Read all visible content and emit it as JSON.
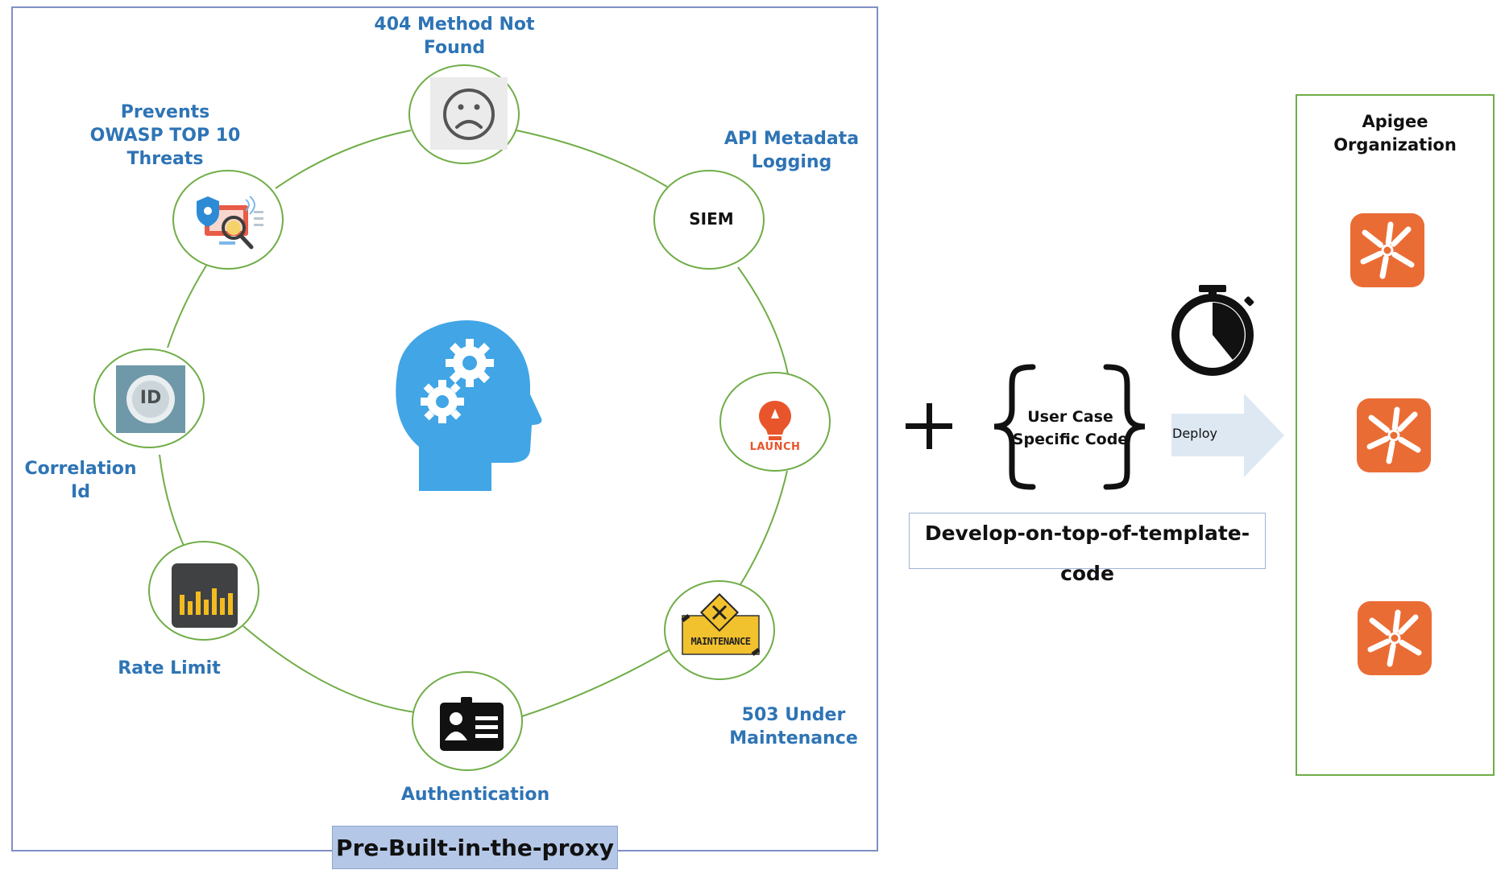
{
  "nodes": {
    "not_found": {
      "label": "404 Method Not\nFound",
      "icon": "sad-face-icon"
    },
    "siem": {
      "label": "API Metadata\nLogging",
      "badge": "SIEM"
    },
    "launch": {
      "icon": "launch-icon",
      "badge": "LAUNCH"
    },
    "maintenance": {
      "label": "503 Under\nMaintenance",
      "icon": "maintenance-sign-icon",
      "badge": "MAINTENANCE"
    },
    "authentication": {
      "label": "Authentication",
      "icon": "id-card-icon"
    },
    "rate_limit": {
      "label": "Rate Limit",
      "icon": "equalizer-meter-icon"
    },
    "correlation": {
      "label": "Correlation Id",
      "icon": "id-badge-icon",
      "badge": "ID"
    },
    "owasp": {
      "label": "Prevents\nOWASP TOP 10\nThreats",
      "icon": "security-scan-icon"
    }
  },
  "center_icon": "brain-gears-head-icon",
  "proxy_title": "Pre-Built-in-the-proxy",
  "plus_sign": "+",
  "code_block": {
    "label": "User Case\nSpecific Code"
  },
  "develop_title": "Develop-on-top-of-template-code",
  "stopwatch_icon": "stopwatch-icon",
  "deploy_label": "Deploy",
  "organization": {
    "title": "Apigee\nOrganization",
    "icon": "apigee-proxy-icon",
    "proxy_count": 3
  },
  "colors": {
    "label_blue": "#2E74B5",
    "circle_green": "#70AD47",
    "head_blue": "#41A5E6",
    "apigee_orange": "#EA6C35",
    "proxy_tag_fill": "#B4C7E7"
  }
}
